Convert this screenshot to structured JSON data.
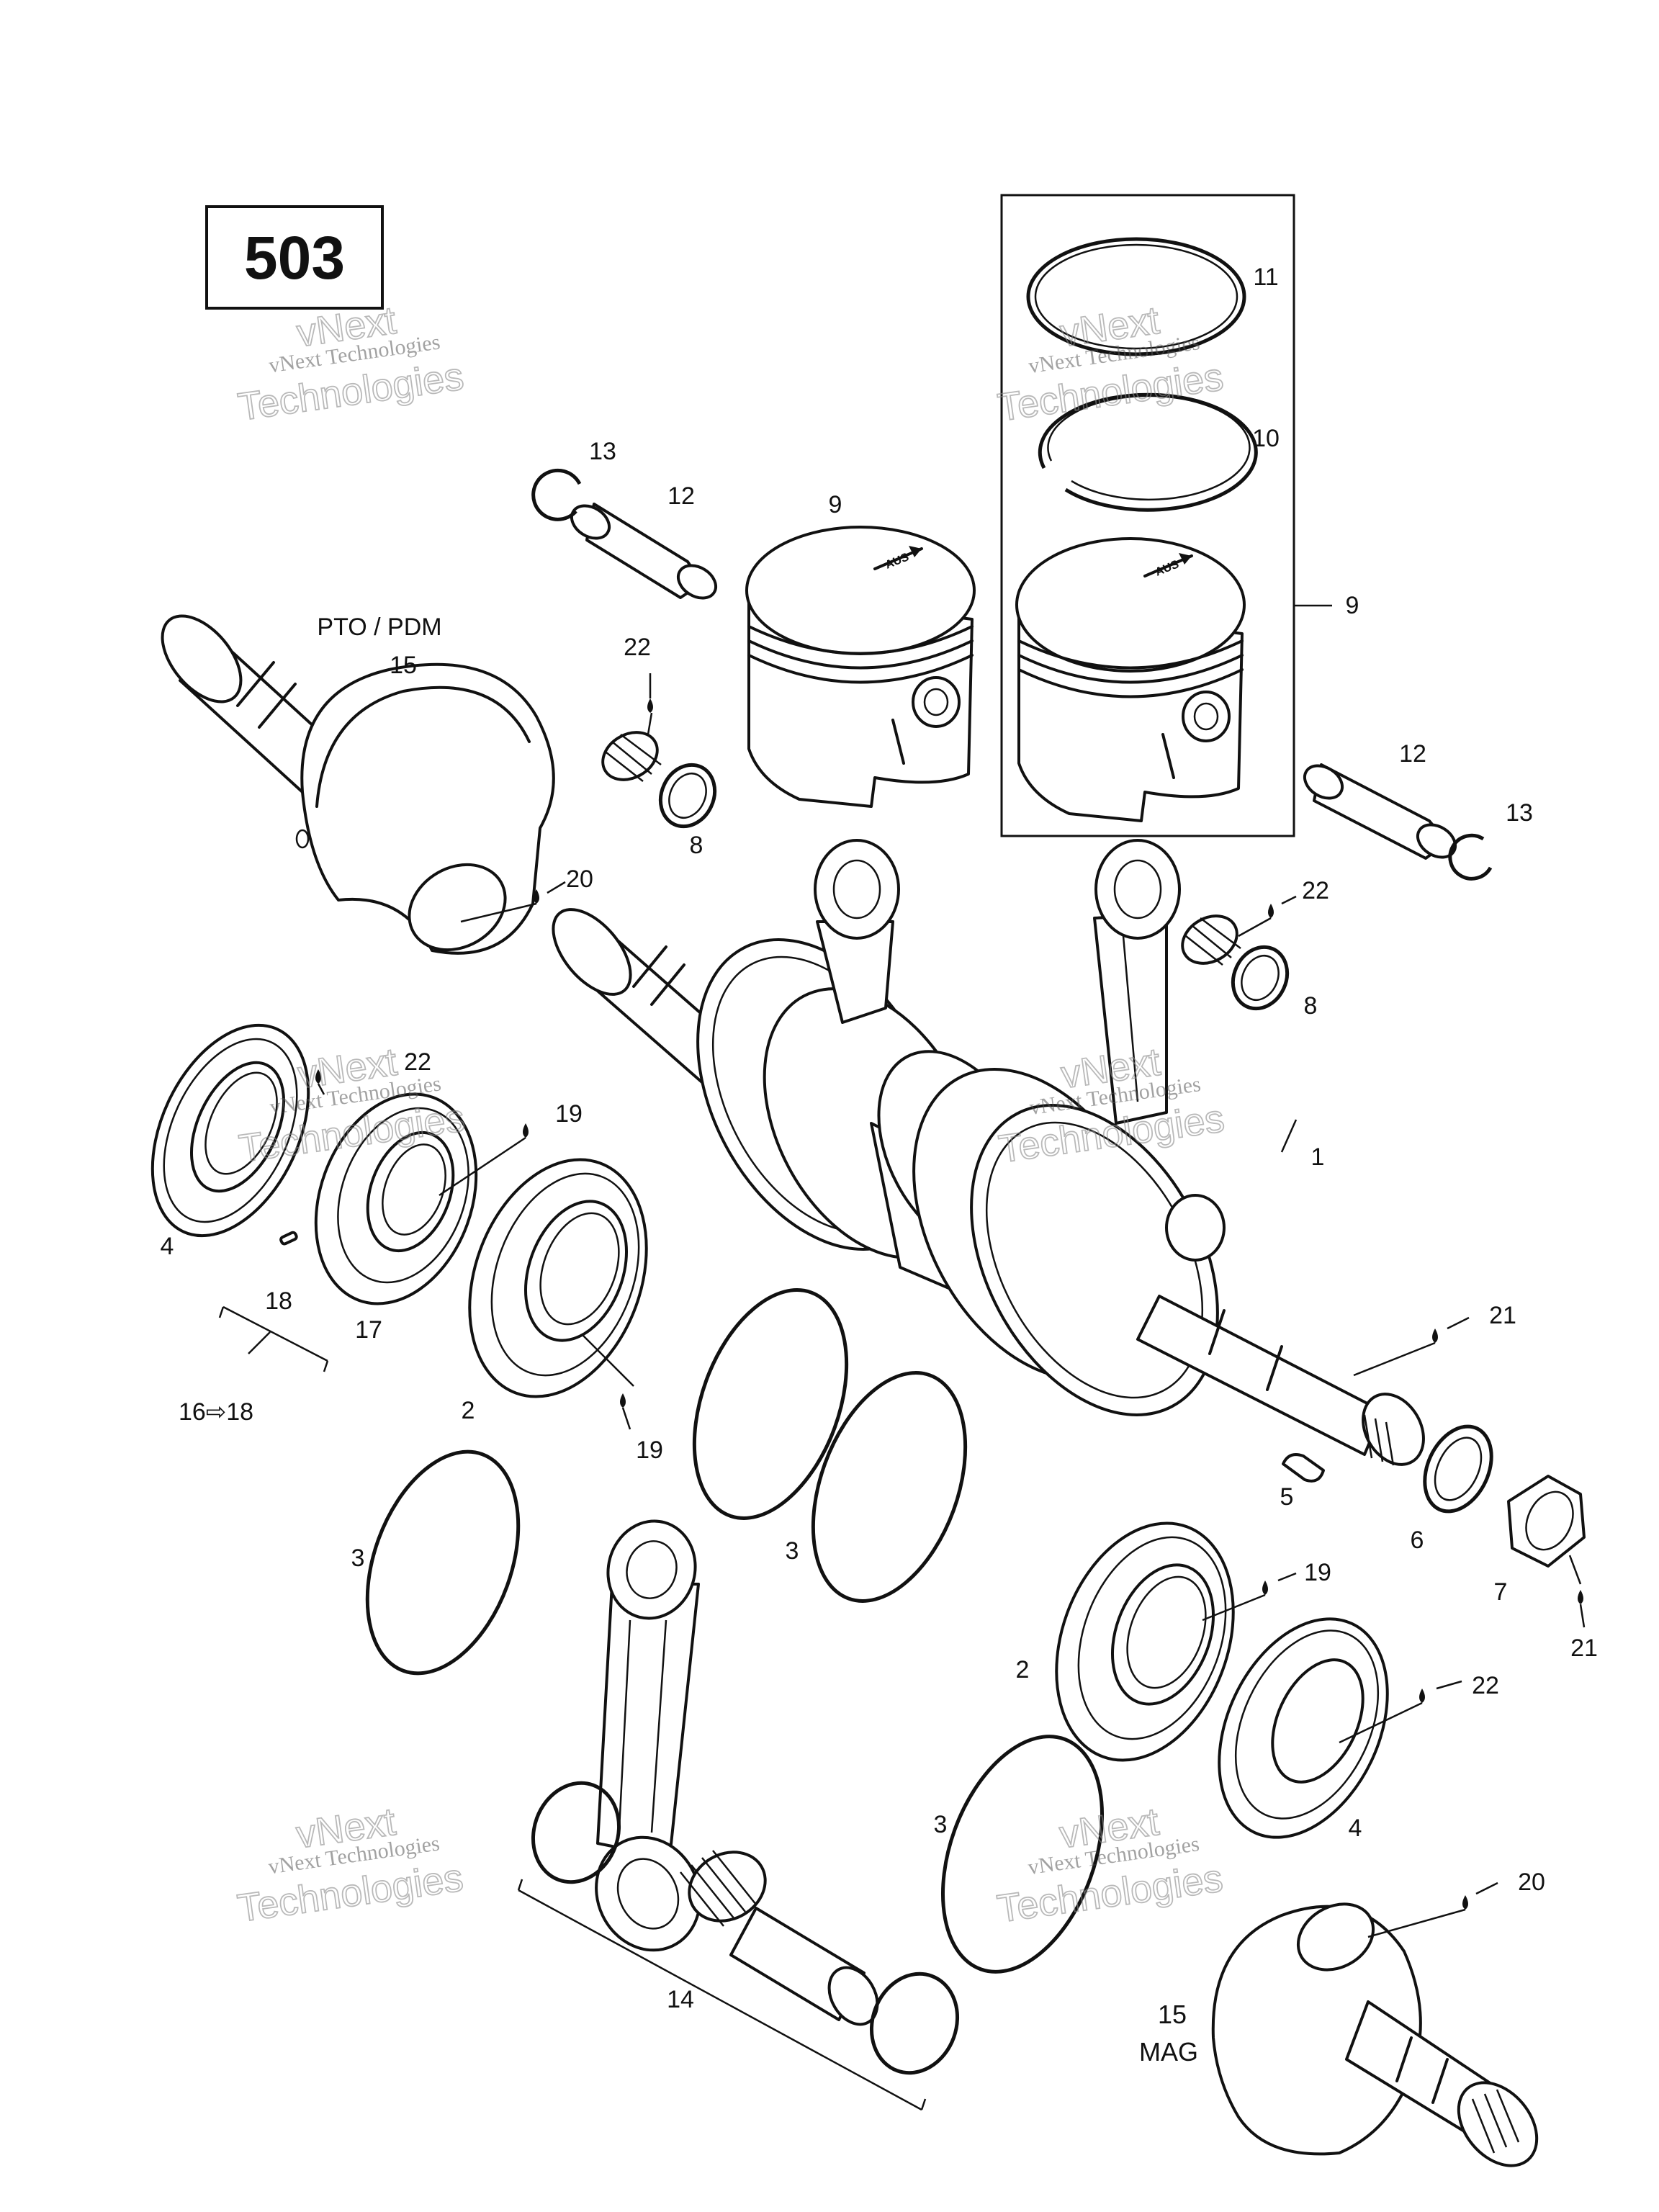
{
  "figure_number": "503",
  "labels": {
    "pto": "PTO / PDM",
    "mag": "MAG",
    "range": "16⇨18"
  },
  "callouts": {
    "c1": "1",
    "c2a": "2",
    "c2b": "2",
    "c3a": "3",
    "c3b": "3",
    "c3c": "3",
    "c4a": "4",
    "c4b": "4",
    "c5": "5",
    "c6": "6",
    "c7": "7",
    "c8a": "8",
    "c8b": "8",
    "c9a": "9",
    "c9b": "9",
    "c10": "10",
    "c11": "11",
    "c12a": "12",
    "c12b": "12",
    "c13a": "13",
    "c13b": "13",
    "c14": "14",
    "c15a": "15",
    "c15b": "15",
    "c17": "17",
    "c18": "18",
    "c19a": "19",
    "c19b": "19",
    "c19c": "19",
    "c20a": "20",
    "c20b": "20",
    "c21a": "21",
    "c21b": "21",
    "c22a": "22",
    "c22b": "22",
    "c22c": "22",
    "c22d": "22"
  },
  "piston_marking": "AUS",
  "watermark": {
    "top": "vNext",
    "line": "vNext Technologies",
    "big": "Technologies"
  }
}
